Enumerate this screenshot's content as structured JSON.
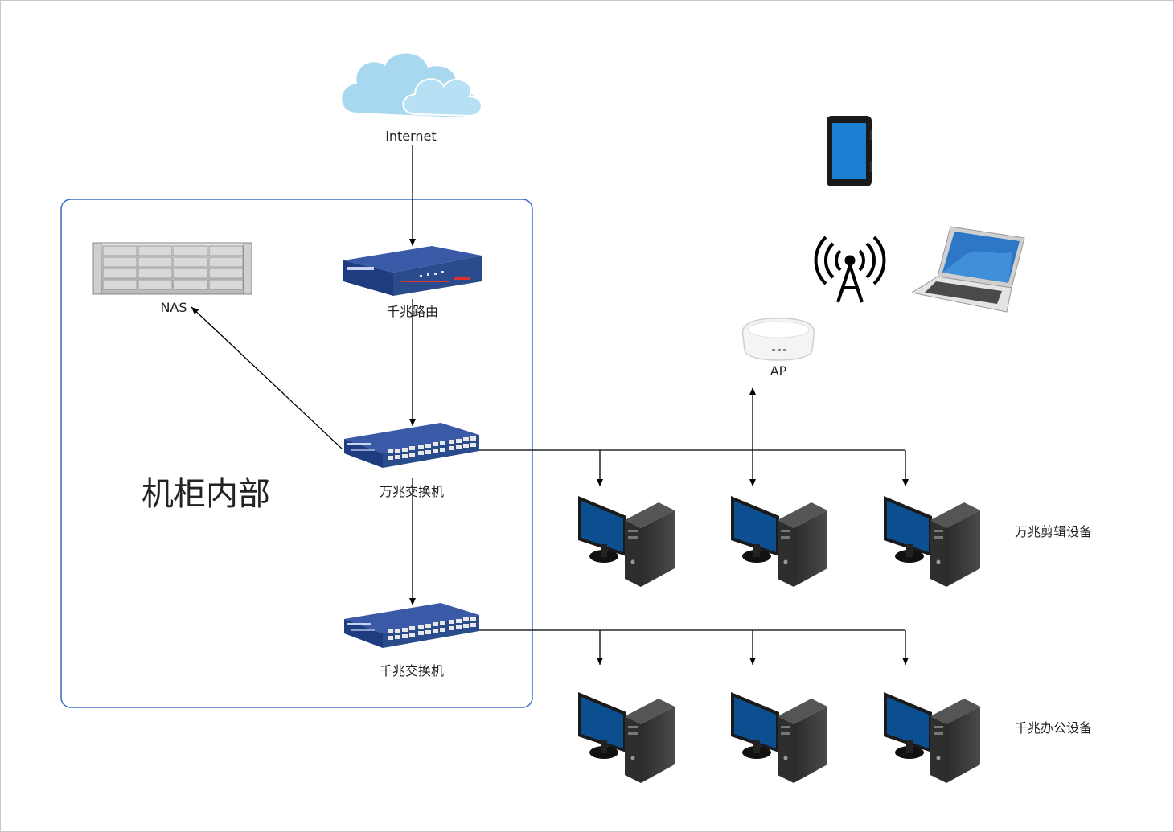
{
  "labels": {
    "internet": "internet",
    "router": "千兆路由",
    "nas": "NAS",
    "switch_10g": "万兆交换机",
    "switch_1g": "千兆交换机",
    "ap": "AP",
    "cabinet": "机柜内部",
    "group_10g": "万兆剪辑设备",
    "group_1g": "千兆办公设备"
  },
  "colors": {
    "cabinet_border": "#3b6dc4",
    "line": "#000000",
    "cloud": "#a8d8f0",
    "device_blue": "#2a4c8c",
    "monitor_blue": "#0b4f90",
    "tower": "#333333"
  },
  "icons": {
    "cloud": "cloud-icon",
    "router": "router-icon",
    "switch": "switch-icon",
    "nas": "nas-storage-icon",
    "ap": "access-point-icon",
    "tablet": "tablet-icon",
    "laptop": "laptop-icon",
    "antenna": "wireless-antenna-icon",
    "pc": "desktop-pc-icon"
  }
}
